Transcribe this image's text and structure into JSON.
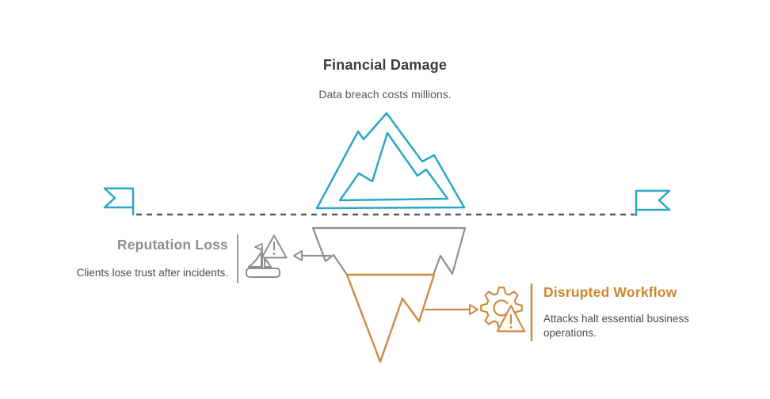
{
  "title": {
    "heading": "Financial Damage",
    "subheading": "Data breach costs millions."
  },
  "callouts": {
    "left": {
      "heading": "Reputation Loss",
      "body": "Clients lose trust after incidents.",
      "icon": "ship-warning-icon"
    },
    "right": {
      "heading": "Disrupted Workflow",
      "body": "Attacks halt essential business operations.",
      "icon": "gear-warning-icon"
    }
  },
  "diagram": {
    "type": "iceberg-infographic",
    "layers": [
      {
        "name": "above-water",
        "label_ref": "title",
        "color": "#2ba7c5"
      },
      {
        "name": "mid-under-water",
        "label_ref": "callouts.left",
        "color": "#8f8f8f"
      },
      {
        "name": "deep-under-water",
        "label_ref": "callouts.right",
        "color": "#ce8b3f"
      }
    ],
    "icons": [
      "flag-left-icon",
      "flag-right-icon",
      "ship-warning-icon",
      "gear-warning-icon"
    ],
    "waterline_style": "dashed"
  },
  "colors": {
    "teal": "#2ba7c5",
    "gray_stroke": "#8f8f8f",
    "orange_stroke": "#ce8b3f",
    "heading_orange": "#d0862f",
    "heading_gray": "#8d8d8d",
    "title_text": "#3b3b3b",
    "body_text": "#4c4c4c",
    "waterline": "#5a5a5a",
    "background": "#ffffff"
  }
}
